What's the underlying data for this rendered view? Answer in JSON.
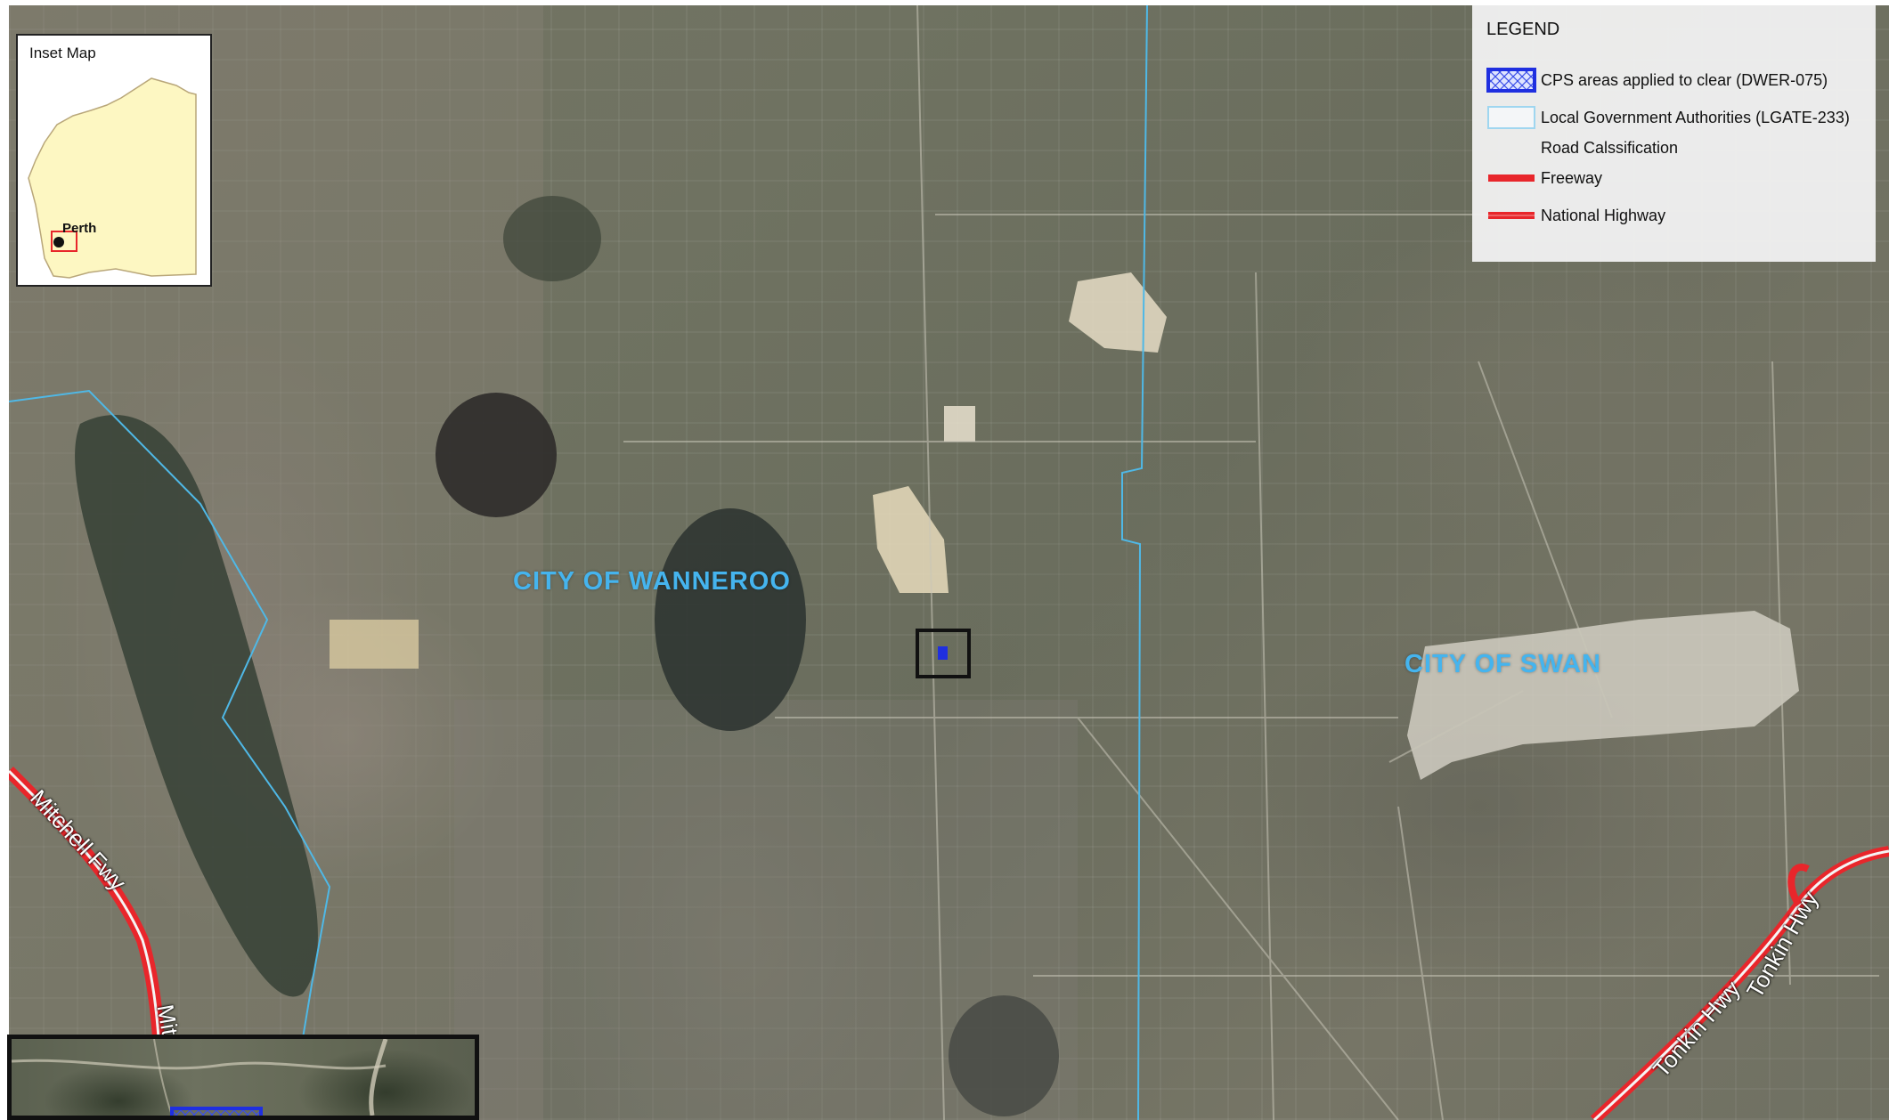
{
  "map": {
    "place_labels": {
      "wanneroo": "CITY OF WANNEROO",
      "swan": "CITY OF SWAN"
    },
    "road_labels": {
      "mitchell_fwy": "Mitchell Fwy",
      "mitchell_fwy_2": "Mit",
      "tonkin_hwy_1": "Tonkin Hwy",
      "tonkin_hwy_2": "Tonkin Hwy"
    },
    "colors": {
      "lga_boundary": "#4fb8e6",
      "freeway": "#e8262b",
      "cps_area": "#1f2fe0",
      "label": "#45b4ee"
    }
  },
  "legend": {
    "title": "LEGEND",
    "items": [
      {
        "label": "CPS areas applied to clear (DWER-075)",
        "swatch": "hatched-blue"
      },
      {
        "label": "Local Government Authorities (LGATE-233)",
        "swatch": "light-blue-outline"
      },
      {
        "label": "Road Calssification",
        "swatch": "none"
      },
      {
        "label": "Freeway",
        "swatch": "red-line"
      },
      {
        "label": "National Highway",
        "swatch": "red-line"
      }
    ]
  },
  "inset_map": {
    "title": "Inset Map",
    "location_label": "Perth"
  }
}
